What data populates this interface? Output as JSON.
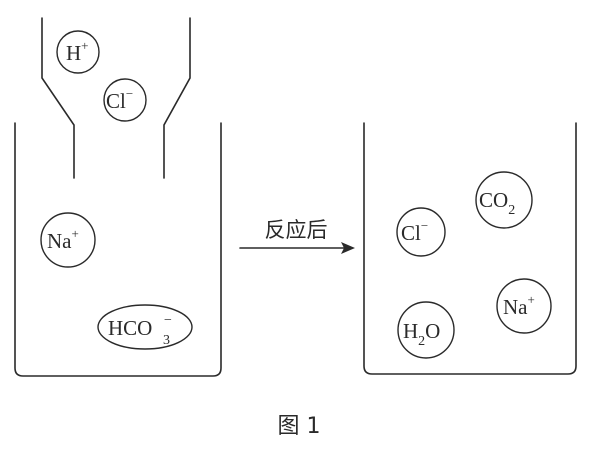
{
  "diagram": {
    "left_beaker": {
      "ions": [
        {
          "id": "h",
          "symbol": "H",
          "sup": "+",
          "sub": ""
        },
        {
          "id": "cl",
          "symbol": "Cl",
          "sup": "−",
          "sub": ""
        },
        {
          "id": "na",
          "symbol": "Na",
          "sup": "+",
          "sub": ""
        },
        {
          "id": "hco3",
          "symbol": "HCO",
          "sub": "3",
          "sup": "−"
        }
      ]
    },
    "arrow": {
      "label": "反应后"
    },
    "right_beaker": {
      "species": [
        {
          "id": "cl",
          "symbol": "Cl",
          "sup": "−",
          "sub": ""
        },
        {
          "id": "co2",
          "symbol": "CO",
          "sub": "2",
          "sup": ""
        },
        {
          "id": "h2o",
          "symbol": "H",
          "sub": "2",
          "tail": "O"
        },
        {
          "id": "na",
          "symbol": "Na",
          "sup": "+",
          "sub": ""
        }
      ]
    },
    "caption": "图 1",
    "colors": {
      "stroke": "#2a2a2a",
      "background": "#ffffff"
    }
  }
}
